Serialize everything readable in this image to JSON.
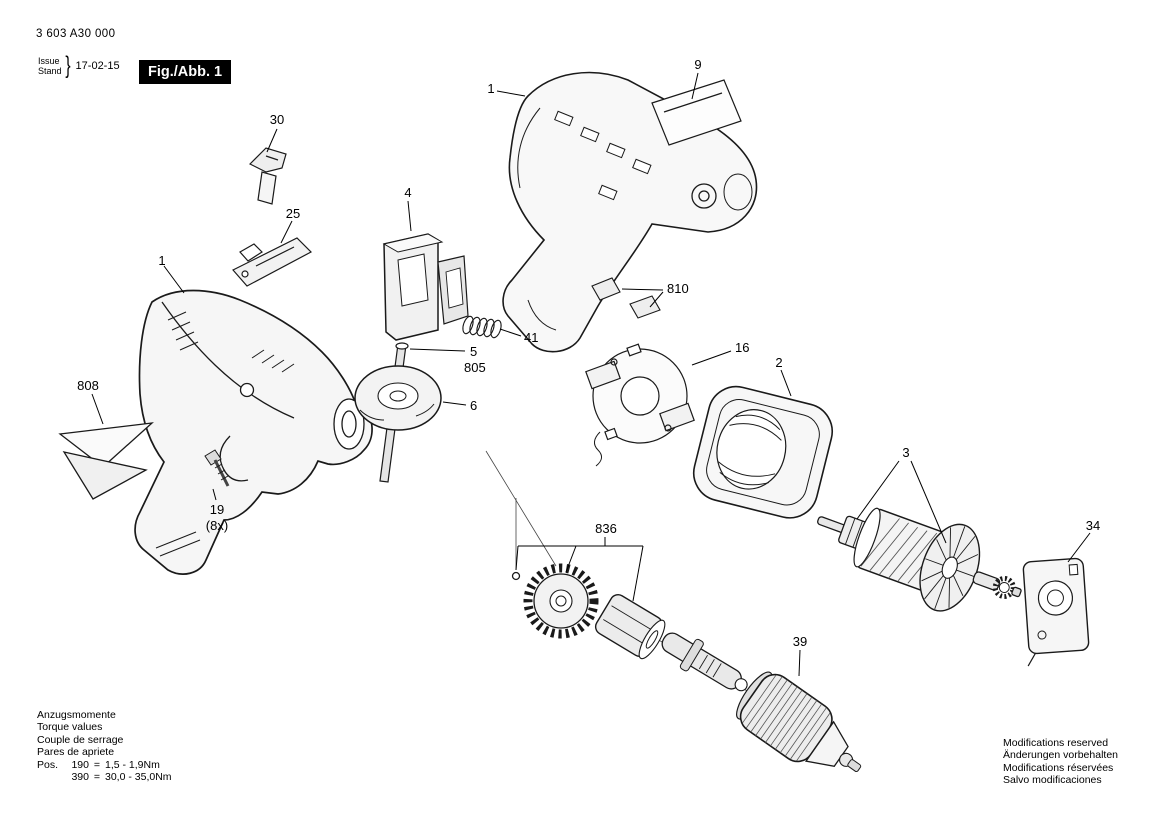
{
  "header": {
    "part_number": "3 603 A30 000",
    "issue_label": "Issue",
    "stand_label": "Stand",
    "brace": "}",
    "date": "17-02-15",
    "figure_label": "Fig./Abb. 1"
  },
  "parts": {
    "p1_body": "1",
    "p1_housing": "1",
    "p2": "2",
    "p3": "3",
    "p4": "4",
    "p5": "5",
    "p805": "805",
    "p6": "6",
    "p9": "9",
    "p16": "16",
    "p19": "19",
    "p19_qty": "(8x)",
    "p25": "25",
    "p30": "30",
    "p34": "34",
    "p39": "39",
    "p41": "41",
    "p808": "808",
    "p810": "810",
    "p836": "836"
  },
  "torque": {
    "title_lines": [
      "Anzugsmomente",
      "Torque values",
      "Couple de serrage",
      "Pares de apriete"
    ],
    "rows": [
      {
        "prefix": "Pos.",
        "pos": "190",
        "eq": "=",
        "value": "1,5 -  1,9Nm"
      },
      {
        "prefix": "",
        "pos": "390",
        "eq": "=",
        "value": "30,0 - 35,0Nm"
      }
    ]
  },
  "footer": {
    "lines": [
      "Modifications reserved",
      "Änderungen vorbehalten",
      "Modifications réservées",
      "Salvo modificaciones"
    ]
  }
}
